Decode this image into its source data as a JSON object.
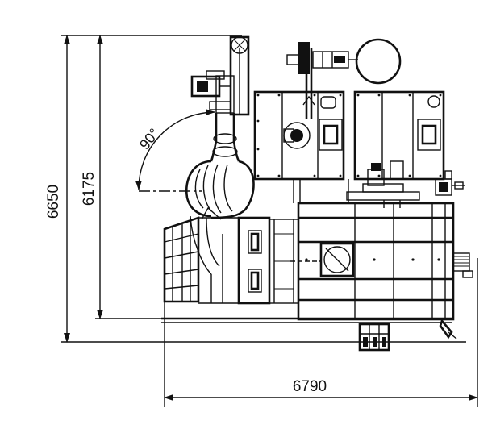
{
  "dimensions": {
    "overall_height": "6650",
    "frame_height": "6175",
    "overall_length": "6790"
  },
  "annotations": {
    "swing_angle": "90°"
  }
}
